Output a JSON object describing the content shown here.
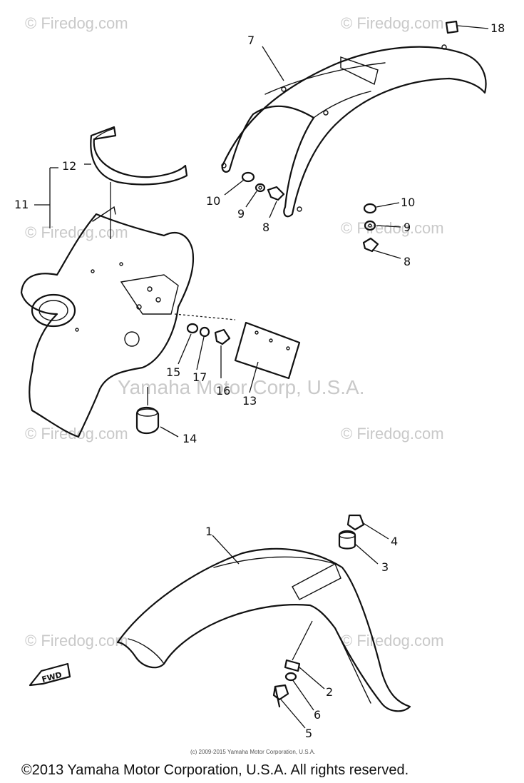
{
  "watermark": {
    "site": "© Firedog.com",
    "center": "Yamaha Motor Corp, U.S.A."
  },
  "callouts": [
    "1",
    "2",
    "3",
    "4",
    "5",
    "6",
    "7",
    "8",
    "9",
    "10",
    "11",
    "12",
    "13",
    "14",
    "15",
    "16",
    "17",
    "18"
  ],
  "labels": {
    "c1": "1",
    "c2": "2",
    "c3": "3",
    "c4": "4",
    "c5": "5",
    "c6": "6",
    "c7": "7",
    "c8a": "8",
    "c8b": "8",
    "c9a": "9",
    "c9b": "9",
    "c10a": "10",
    "c10b": "10",
    "c11": "11",
    "c12": "12",
    "c13": "13",
    "c14": "14",
    "c15": "15",
    "c16": "16",
    "c17": "17",
    "c18": "18"
  },
  "fwd_label": "FWD",
  "small_copyright": "(c) 2009-2015 Yamaha Motor Corporation, U.S.A.",
  "footer": "©2013 Yamaha Motor Corporation, U.S.A. All rights reserved."
}
